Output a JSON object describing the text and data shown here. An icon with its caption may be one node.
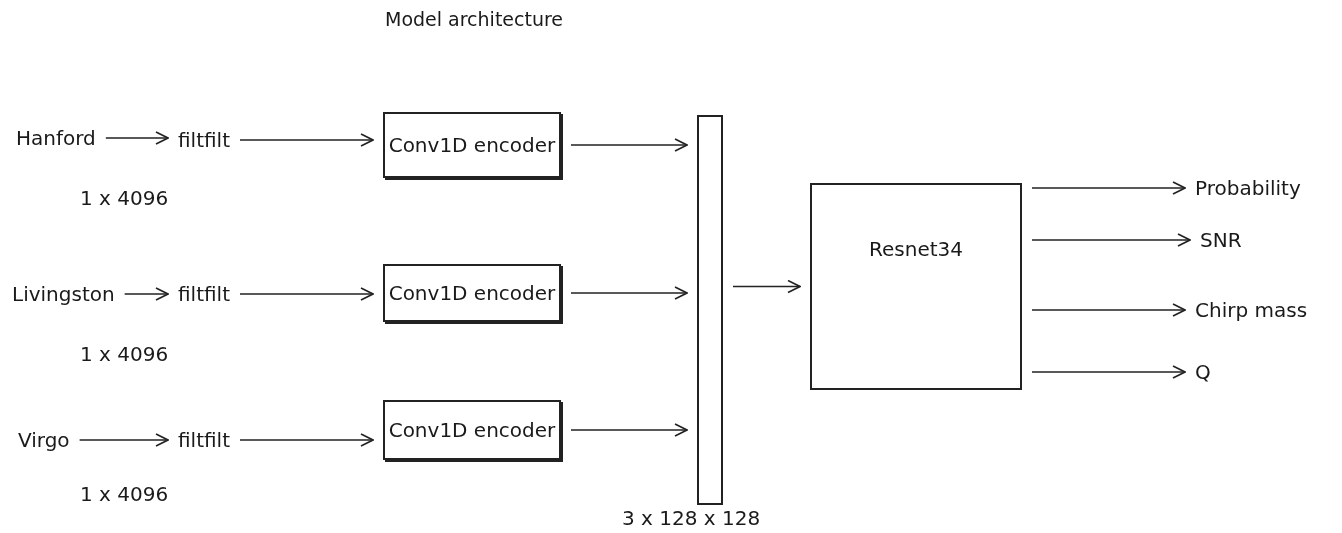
{
  "diagram": {
    "title": "Model architecture",
    "nodes": [
      {
        "text": [
          "Hanford"
        ]
      },
      {
        "text": [
          "filtfilt"
        ]
      },
      {
        "text": [
          "Conv1D encoder"
        ]
      },
      {
        "text": [
          "Livingston"
        ]
      },
      {
        "text": [
          "filtfilt"
        ]
      },
      {
        "text": [
          "Conv1D encoder"
        ]
      },
      {
        "text": [
          "Virgo"
        ]
      },
      {
        "text": [
          "filtfilt"
        ]
      },
      {
        "text": [
          "Conv1D encoder"
        ]
      },
      {
        "text": [],
        "shape": "bar",
        "beside": [
          "3 x 128 x 128"
        ]
      },
      {
        "text": [
          "Resnet34"
        ]
      },
      {
        "text": [
          "Probability"
        ]
      },
      {
        "text": [
          "SNR"
        ]
      },
      {
        "text": [
          "Chirp mass"
        ]
      },
      {
        "text": [
          "Q"
        ]
      }
    ],
    "edges": [
      {
        "from": 0,
        "to": 1,
        "arrow": "to"
      },
      {
        "from": 1,
        "to": 2,
        "arrow": "to"
      },
      {
        "from": 2,
        "to": 9,
        "arrow": "to"
      },
      {
        "from": 3,
        "to": 4,
        "arrow": "to"
      },
      {
        "from": 4,
        "to": 5,
        "arrow": "to"
      },
      {
        "from": 5,
        "to": 9,
        "arrow": "to"
      },
      {
        "from": 6,
        "to": 7,
        "arrow": "to"
      },
      {
        "from": 7,
        "to": 8,
        "arrow": "to"
      },
      {
        "from": 8,
        "to": 9,
        "arrow": "to"
      },
      {
        "from": 9,
        "to": 10,
        "arrow": "to"
      },
      {
        "from": 10,
        "to": 11,
        "arrow": "to"
      },
      {
        "from": 10,
        "to": 12,
        "arrow": "to"
      },
      {
        "from": 10,
        "to": 13,
        "arrow": "to"
      },
      {
        "from": 10,
        "to": 14,
        "arrow": "to"
      }
    ],
    "labels": [
      "1 x 4096",
      "1 x 4096",
      "1 x 4096"
    ]
  }
}
